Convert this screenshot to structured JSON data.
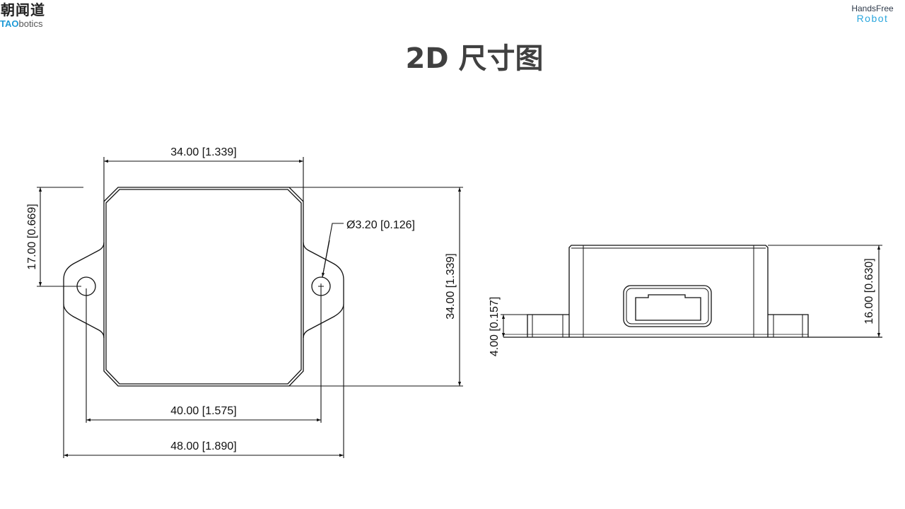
{
  "header": {
    "logo_left": {
      "cn": "朝闻道",
      "brand_highlight": "TAO",
      "brand_rest": "botics"
    },
    "logo_right": {
      "line1": "HandsFree",
      "line2": "Robot"
    },
    "title": "2D 尺寸图"
  },
  "top_view": {
    "dim_body_width": "34.00  [1.339]",
    "dim_hole_offset": "17.00  [0.669]",
    "dim_hole_diameter": "Ø3.20  [0.126]",
    "dim_body_height": "34.00  [1.339]",
    "dim_hole_spacing": "40.00  [1.575]",
    "dim_total_width": "48.00  [1.890]"
  },
  "side_view": {
    "dim_flange_height": "4.00  [0.157]",
    "dim_total_height": "16.00  [0.630]"
  },
  "colors": {
    "title": "#404040",
    "brand_blue": "#1e9ad6",
    "line": "#111111"
  }
}
